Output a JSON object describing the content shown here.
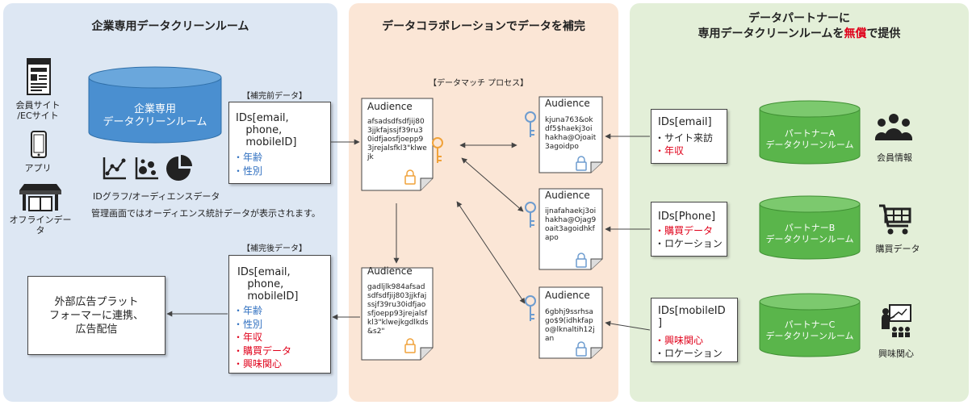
{
  "left_panel": {
    "header": "企業専用データクリーンルーム",
    "icons": [
      {
        "label": "会員サイト\n/ECサイト",
        "icon": "browser-window-icon"
      },
      {
        "label": "アプリ",
        "icon": "smartphone-icon"
      },
      {
        "label": "オフラインデー\nタ",
        "icon": "storefront-icon"
      }
    ],
    "cylinder_label": "企業専用\nデータクリーンルーム",
    "graph_caption": "IDグラフ/オーディエンスデータ",
    "note": "管理画面ではオーディエンス統計データが表示されます。",
    "before_label": "【補完前データ】",
    "before_box": {
      "ids": "IDs[email,\n   phone,\n   mobileID]",
      "attrs": [
        "・年齢",
        "・性別"
      ]
    },
    "after_label": "【補完後データ】",
    "after_box": {
      "ids": "IDs[email,\n   phone,\n   mobileID]",
      "attrs_blue": [
        "・年齢",
        "・性別"
      ],
      "attrs_red": [
        "・年収",
        "・購買データ",
        "・興味関心"
      ]
    },
    "external_box": "外部広告プラット\nフォーマーに連携、\n広告配信"
  },
  "middle_panel": {
    "header": "データコラボレーションでデータを補完",
    "process_label": "【データマッチ プロセス】",
    "doc_title": "Audience",
    "doc_before": "afsadsdfsdfjij803jjkfajssjf39ru30idfjaosfjoepp93jrejalsfkl3\"klwejk",
    "doc_after": "gadljlk984afsadsdfsdfjij803jjkfajssjf39ru30idfjaosfjoepp93jrejalsfkl3\"klwejkgdlkds&s2\"",
    "doc_a": "kjuna763&okdf5$haekj3oihakha@Ojoait3agoidpo",
    "doc_b": "ijnafahaekj3oihakha@Ojag9oait3agoidhkfapo",
    "doc_c": "6gbhj9ssrhsago$9(idhkfapo@lknaltih12jan"
  },
  "right_panel": {
    "header_line1": "データパートナーに",
    "header_line2_pre": "専用データクリーンルームを",
    "header_line2_em": "無償",
    "header_line2_post": "で提供",
    "partners": [
      {
        "ids": "IDs[email]",
        "attrs_black": [
          "・サイト来訪"
        ],
        "attrs_red": [
          "・年収"
        ],
        "cylinder": "パートナーA\nデータクリーンルーム",
        "icon_label": "会員情報",
        "icon": "people-group-icon"
      },
      {
        "ids": "IDs[Phone]",
        "attrs_red": [
          "・購買データ"
        ],
        "attrs_black": [
          "・ロケーション"
        ],
        "cylinder": "パートナーB\nデータクリーンルーム",
        "icon_label": "購買データ",
        "icon": "shopping-cart-icon"
      },
      {
        "ids": "IDs[mobileID\n]",
        "attrs_red": [
          "・興味関心"
        ],
        "attrs_black": [
          "・ロケーション"
        ],
        "cylinder": "パートナーC\nデータクリーンルーム",
        "icon_label": "興味関心",
        "icon": "presentation-icon"
      }
    ]
  },
  "colors": {
    "left_bg": "#dde7f3",
    "middle_bg": "#fbe6d6",
    "right_bg": "#e3efd8",
    "cylinder_blue": "#4a8fd0",
    "cylinder_green": "#5ab54b",
    "key_blue": "#6d9ccf",
    "key_orange": "#f0a23a",
    "red": "#e0001a",
    "blue_text": "#2f6fc0"
  }
}
